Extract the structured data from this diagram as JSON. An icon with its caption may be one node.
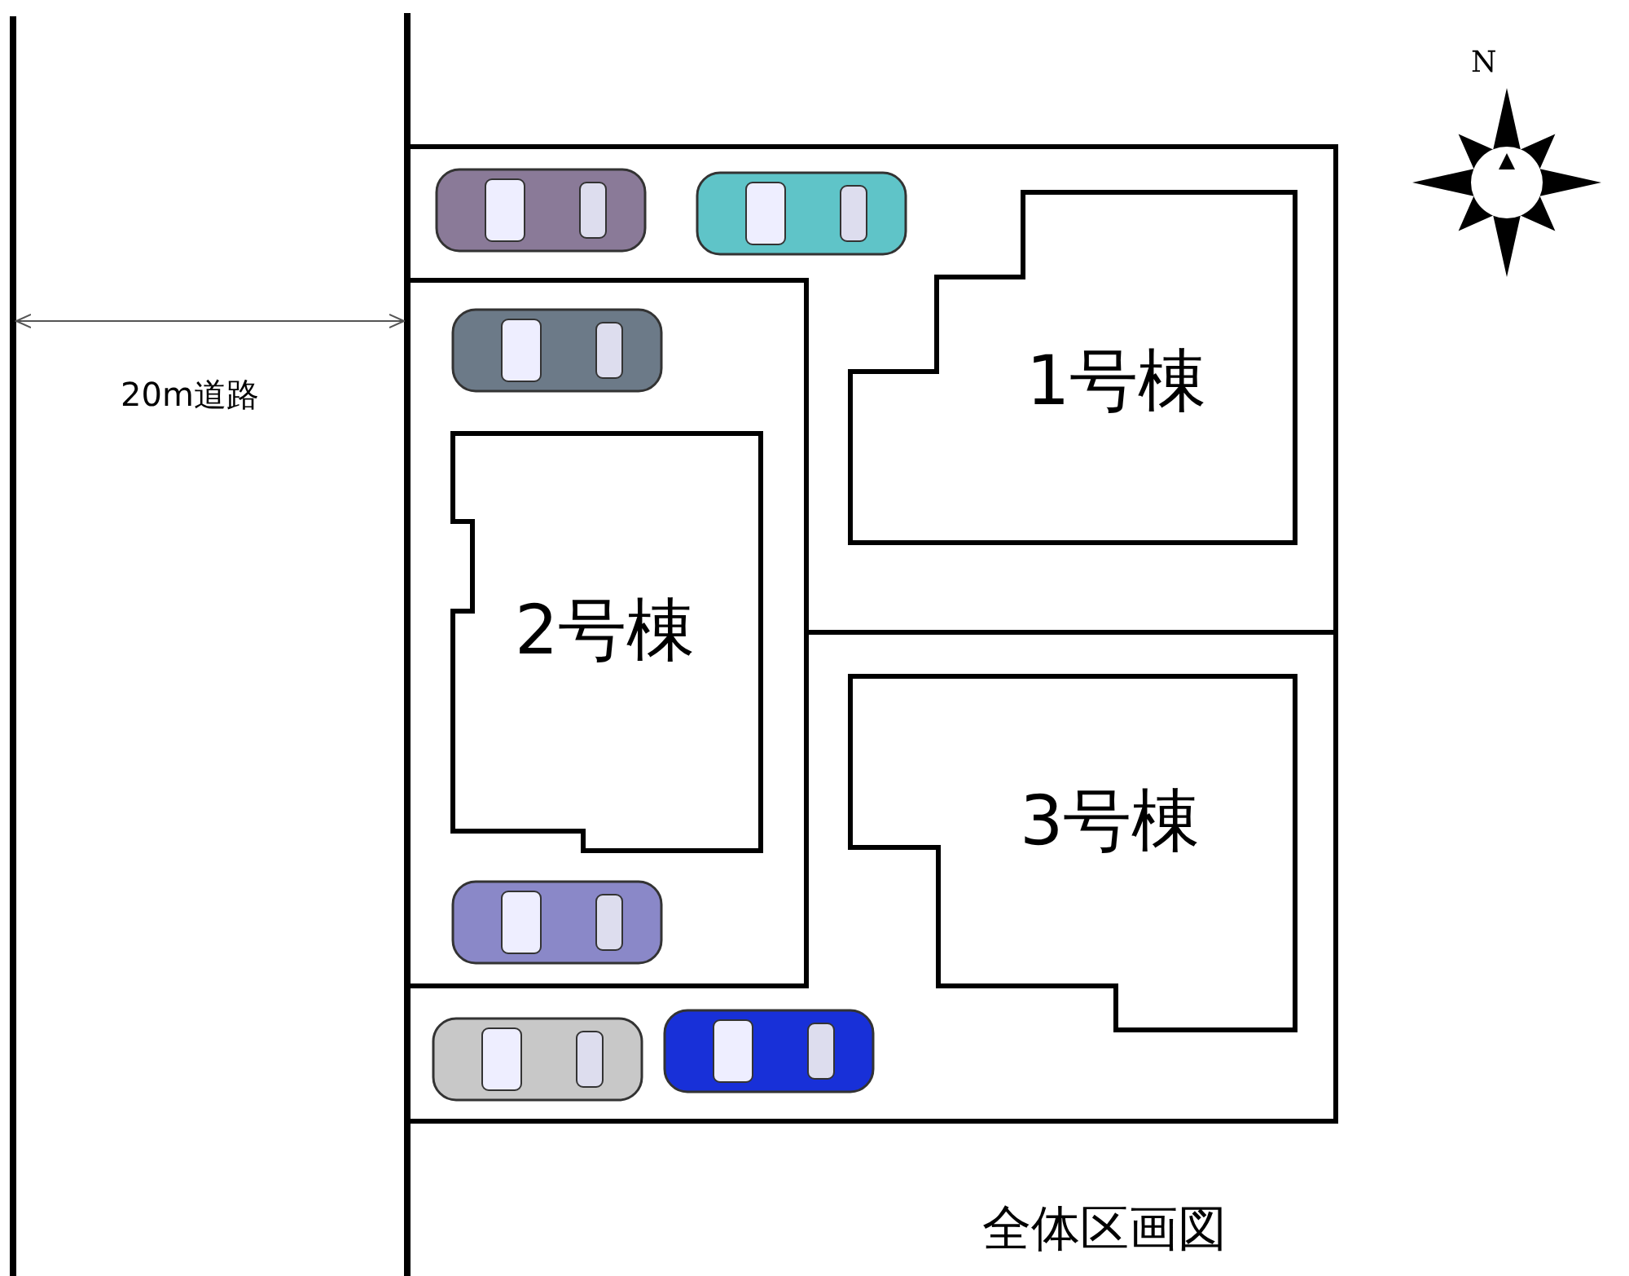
{
  "diagram": {
    "caption": "全体区画図",
    "nodes": [
      {
        "text": [
          "1号棟"
        ]
      },
      {
        "text": [
          "2号棟"
        ]
      },
      {
        "text": [
          "3号棟"
        ]
      }
    ],
    "edges": [],
    "labels": [
      "N",
      "20m道路"
    ]
  }
}
